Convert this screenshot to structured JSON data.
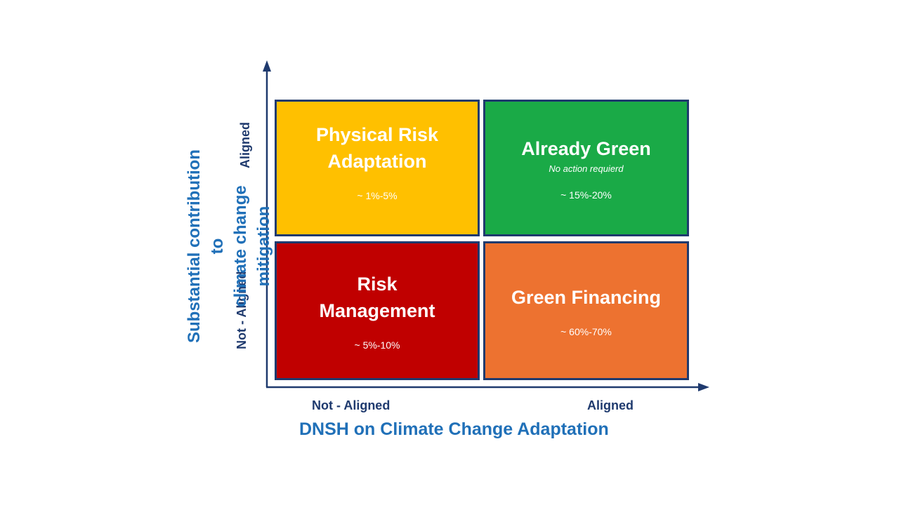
{
  "diagram": {
    "y_axis_label": "Substantial contribution to\nclimate change mitigation",
    "x_axis_label": "DNSH on Climate Change Adaptation",
    "y_ticks": {
      "top": "Aligned",
      "bottom": "Not - Aligned"
    },
    "x_ticks": {
      "left": "Not - Aligned",
      "right": "Aligned"
    },
    "quadrants": {
      "top_left": {
        "title": "Physical Risk\nAdaptation",
        "percentage": "~ 1%-5%",
        "color": "#ffc000"
      },
      "top_right": {
        "title": "Already Green",
        "note": "No action requierd",
        "percentage": "~ 15%-20%",
        "color": "#1aaa47"
      },
      "bottom_left": {
        "title": "Risk\nManagement",
        "percentage": "~ 5%-10%",
        "color": "#c00000"
      },
      "bottom_right": {
        "title": "Green Financing",
        "percentage": "~ 60%-70%",
        "color": "#ed7230"
      }
    },
    "colors": {
      "axis": "#1f3a6e",
      "label": "#2070b8"
    }
  }
}
